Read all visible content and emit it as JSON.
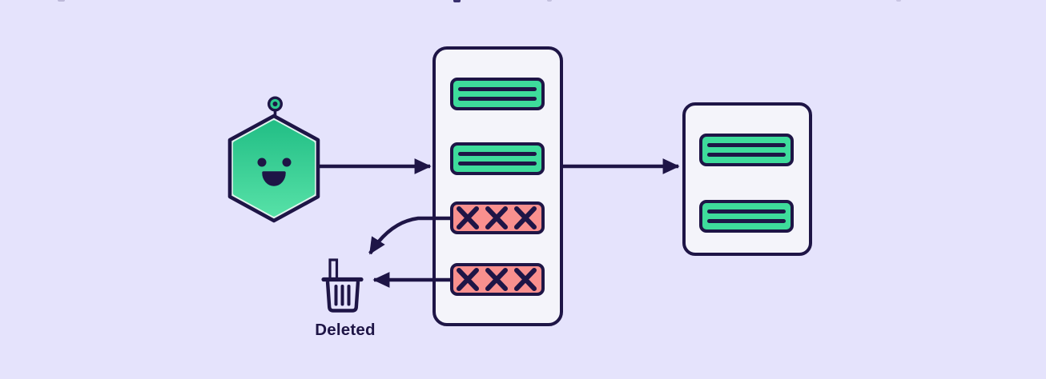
{
  "scene": {
    "description": "Illustration: a friendly hexagon robot cleans a list of records; valid records flow to an output list, invalid records are removed to trash",
    "robot": {
      "type": "hexagon-bot-mascot",
      "expression": "smiling",
      "antenna": true
    },
    "input_panel": {
      "rows": [
        {
          "status": "valid",
          "style": "green-lines"
        },
        {
          "status": "valid",
          "style": "green-lines"
        },
        {
          "status": "invalid",
          "style": "red-x",
          "x_count": 3
        },
        {
          "status": "invalid",
          "style": "red-x",
          "x_count": 3
        }
      ]
    },
    "output_panel": {
      "rows": [
        {
          "status": "valid",
          "style": "green-lines"
        },
        {
          "status": "valid",
          "style": "green-lines"
        }
      ]
    },
    "trash": {
      "label": "Deleted"
    },
    "arrows": [
      {
        "from": "robot",
        "to": "input-panel",
        "shape": "straight"
      },
      {
        "from": "input-panel",
        "to": "output-panel",
        "shape": "straight"
      },
      {
        "from": "invalid-row-1",
        "to": "trash",
        "shape": "curved"
      },
      {
        "from": "invalid-row-2",
        "to": "trash",
        "shape": "straight"
      }
    ]
  },
  "colors": {
    "background": "#E5E3FC",
    "ink": "#1E1546",
    "panel_fill": "#F4F4FA",
    "valid_green": "#3EDC9B",
    "invalid_red": "#F9908E",
    "robot_gradient_top": "#23BF86",
    "robot_gradient_bottom": "#55E0A6",
    "robot_inner_border": "#E0F4EE",
    "antenna_green": "#2BC98C"
  }
}
